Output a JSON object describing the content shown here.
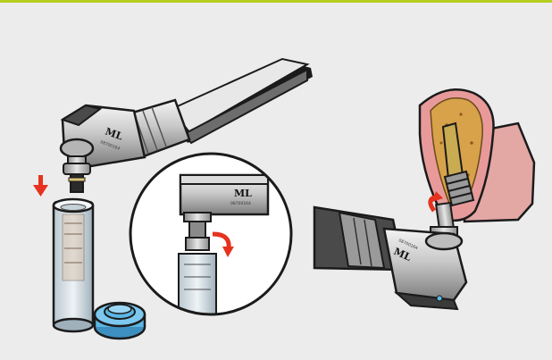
{
  "colors": {
    "accent_bar": "#b6cf1f",
    "background": "#ececec",
    "arrow_red": "#e6321e",
    "cap_blue": "#5bb6e4",
    "gum_pink": "#e89a9b",
    "bone_tan": "#d8a24a"
  },
  "handpiece_left": {
    "brand": "ML",
    "serial": "08700164"
  },
  "inset": {
    "brand": "ML",
    "serial": "08700164"
  },
  "handpiece_right": {
    "brand": "ML",
    "serial": "08700164"
  },
  "icons": [
    "down-arrow-icon",
    "rotate-arrow-icon",
    "rotate-arrow-icon"
  ]
}
